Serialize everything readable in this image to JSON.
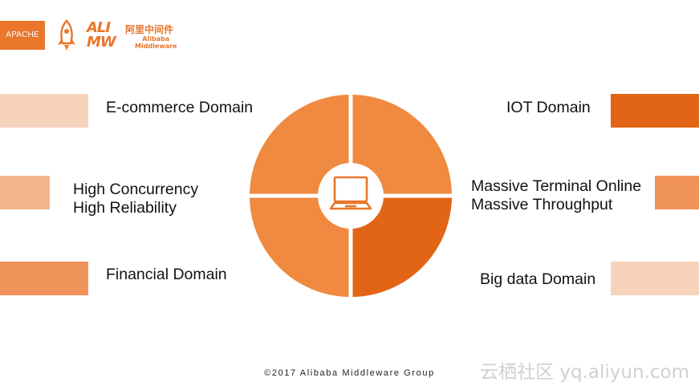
{
  "logos": {
    "apache_text": "APACHE",
    "alibaba_mark": "ALI\nMW",
    "alibaba_cn": "阿里中间件",
    "alibaba_en_line1": "Alibaba",
    "alibaba_en_line2": "Middleware"
  },
  "left_items": [
    {
      "label": "E-commerce Domain"
    },
    {
      "label_line1": "High Concurrency",
      "label_line2": "High Reliability"
    },
    {
      "label": "Financial Domain"
    }
  ],
  "right_items": [
    {
      "label": "IOT Domain"
    },
    {
      "label_line1": "Massive Terminal Online",
      "label_line2": "Massive Throughput"
    },
    {
      "label": "Big data Domain"
    }
  ],
  "center_icon": "laptop-icon",
  "colors": {
    "accent": "#e9762b",
    "accent_dark": "#e26515",
    "bar_light": "#f7d3bc",
    "bar_mid": "#f4b48c",
    "bar_strong": "#f0935a"
  },
  "footer": "©2017 Alibaba Middleware Group",
  "watermark": "云栖社区 yq.aliyun.com"
}
